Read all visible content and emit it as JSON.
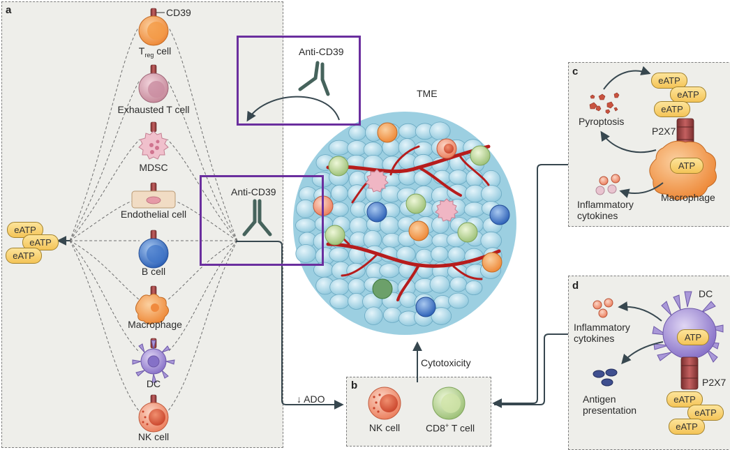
{
  "panels": {
    "a": "a",
    "b": "b",
    "c": "c",
    "d": "d"
  },
  "panel_a": {
    "cd39_marker": "CD39",
    "treg_label": {
      "main": "T",
      "sub": "reg",
      "suffix": " cell"
    },
    "cells": {
      "exhausted_t": "Exhausted T cell",
      "mdsc": "MDSC",
      "endothelial": "Endothelial cell",
      "b_cell": "B cell",
      "macrophage": "Macrophage",
      "dc": "DC",
      "nk": "NK cell"
    },
    "eatp": [
      "eATP",
      "eATP",
      "eATP"
    ]
  },
  "antibodies": {
    "top": "Anti-CD39",
    "middle": "Anti-CD39"
  },
  "tme_label": "TME",
  "cytotoxicity": "Cytotoxicity",
  "ado": "↓ ADO",
  "panel_b": {
    "nk_label": "NK cell",
    "cd8": {
      "main": "CD8",
      "sup": "+",
      "suffix": " T cell"
    }
  },
  "panel_c": {
    "eatp": [
      "eATP",
      "eATP",
      "eATP"
    ],
    "pyroptosis": "Pyroptosis",
    "p2x7": "P2X7",
    "atp": "ATP",
    "cytokines_line1": "Inflammatory",
    "cytokines_line2": "cytokines",
    "macrophage": "Macrophage"
  },
  "panel_d": {
    "dc": "DC",
    "cytokines_line1": "Inflammatory",
    "cytokines_line2": "cytokines",
    "atp": "ATP",
    "antigen_line1": "Antigen",
    "antigen_line2": "presentation",
    "p2x7": "P2X7",
    "eatp": [
      "eATP",
      "eATP",
      "eATP"
    ]
  },
  "colors": {
    "box_outline": "#6a2e9e",
    "vessel": "#b71c1c",
    "tumor_cell": "#b9dcea",
    "eatp_fill": "#f4c457",
    "arrow": "#37474f"
  }
}
